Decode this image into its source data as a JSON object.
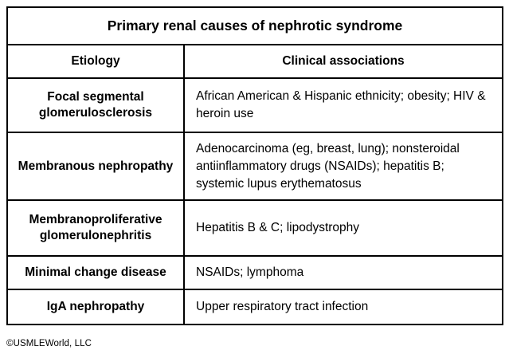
{
  "table": {
    "title": "Primary renal causes of nephrotic syndrome",
    "columns": [
      "Etiology",
      "Clinical associations"
    ],
    "rows": [
      {
        "etiology": "Focal segmental glomerulosclerosis",
        "association": "African American & Hispanic ethnicity; obesity; HIV & heroin use"
      },
      {
        "etiology": "Membranous nephropathy",
        "association": "Adenocarcinoma (eg, breast, lung); nonsteroidal antiinflammatory drugs (NSAIDs); hepatitis B; systemic lupus erythematosus"
      },
      {
        "etiology": "Membranoproliferative glomerulonephritis",
        "association": "Hepatitis B & C; lipodystrophy"
      },
      {
        "etiology": "Minimal change disease",
        "association": "NSAIDs; lymphoma"
      },
      {
        "etiology": "IgA nephropathy",
        "association": "Upper respiratory tract infection"
      }
    ]
  },
  "footer": {
    "copyright": "©USMLEWorld, LLC"
  },
  "colors": {
    "border": "#000000",
    "background": "#ffffff",
    "text": "#000000"
  }
}
